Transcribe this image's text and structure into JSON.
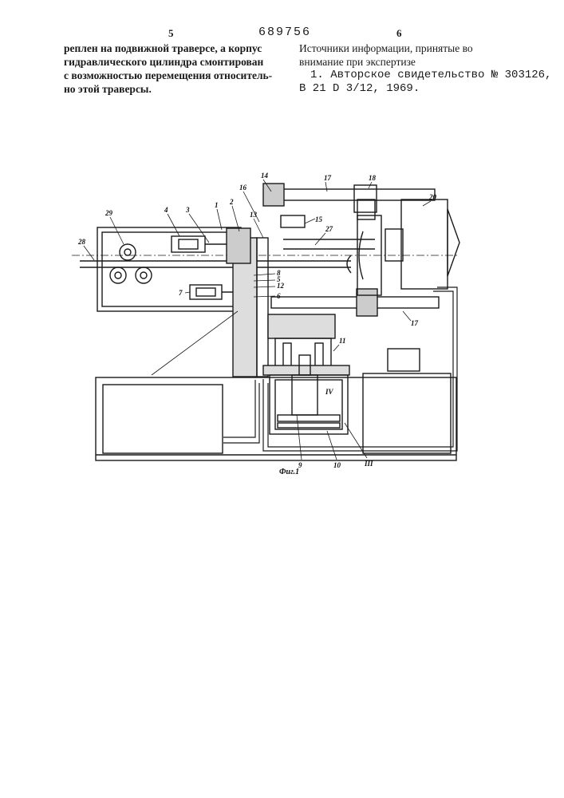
{
  "header": {
    "page_left": "5",
    "doc_number": "689756",
    "page_right": "6"
  },
  "left_column": {
    "lines": [
      "реплен на подвижной траверсе, а корпус",
      "гидравлического цилиндра  смонтирован",
      "с возможностью перемещения относитель-",
      "но этой траверсы."
    ]
  },
  "right_column": {
    "heading_lines": [
      "Источники информации, принятые во",
      "внимание при экспертизе"
    ],
    "references": [
      "1. Авторское свидетельство № 303126,",
      "В 21 D 3/12, 1969."
    ]
  },
  "figure": {
    "caption": "Фиг.1",
    "labels": [
      "29",
      "28",
      "4",
      "3",
      "1",
      "2",
      "16",
      "14",
      "13",
      "17",
      "18",
      "20",
      "15",
      "27",
      "8",
      "5",
      "12",
      "7",
      "6",
      "17",
      "11",
      "9",
      "10",
      "III",
      "IV"
    ]
  }
}
